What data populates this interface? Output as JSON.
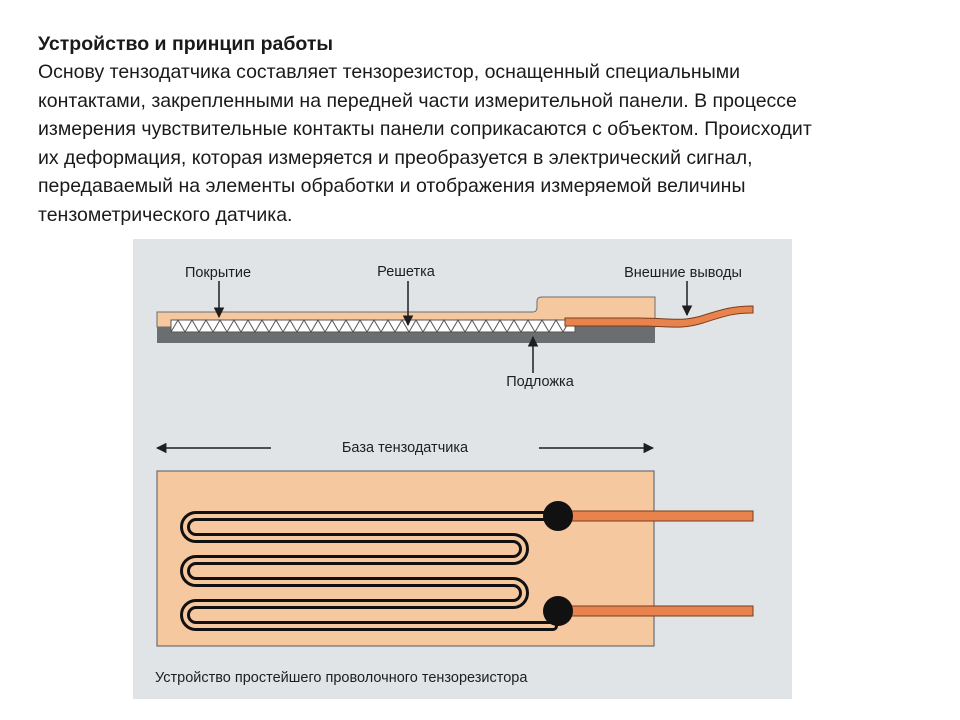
{
  "heading": "Устройство и принцип работы",
  "paragraph_lines": [
    "Основу тензодатчика составляет тензорезистор, оснащенный специальными",
    "контактами, закрепленными на передней части измерительной панели. В процессе",
    "измерения чувствительные контакты панели соприкасаются с объектом. Происходит",
    "их деформация, которая измеряется и преобразуется в электрический сигнал,",
    "передаваемый на элементы обработки и отображения измеряемой величины",
    "тензометрического датчика."
  ],
  "figure": {
    "labels": {
      "coating": "Покрытие",
      "grid": "Решетка",
      "external_leads": "Внешние выводы",
      "substrate": "Подложка",
      "gauge_base": "База тензодатчика",
      "caption": "Устройство простейшего проволочного тензорезистора"
    },
    "colors": {
      "background": "#e1e4e6",
      "foil": "#f6c8a0",
      "substrate": "#6b6e70",
      "lead_wire": "#e8834e"
    }
  }
}
